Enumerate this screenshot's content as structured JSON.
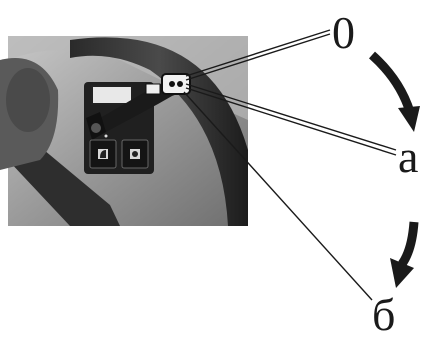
{
  "figure": {
    "position_labels": [
      {
        "id": "0",
        "text": "0"
      },
      {
        "id": "a",
        "text": "а"
      },
      {
        "id": "b",
        "text": "б"
      }
    ],
    "arrows": [
      {
        "from": "0",
        "to": "а",
        "direction": "clockwise"
      },
      {
        "from": "а",
        "to": "б",
        "direction": "clockwise"
      }
    ],
    "switch_buttons": [
      {
        "name": "headlight",
        "icon": "headlight-icon"
      },
      {
        "name": "lamp",
        "icon": "lamp-icon"
      }
    ],
    "colors": {
      "ink": "#1a1a1a",
      "photo_bg": "#8a8a8a",
      "panel": "#202020",
      "page": "#ffffff"
    }
  }
}
